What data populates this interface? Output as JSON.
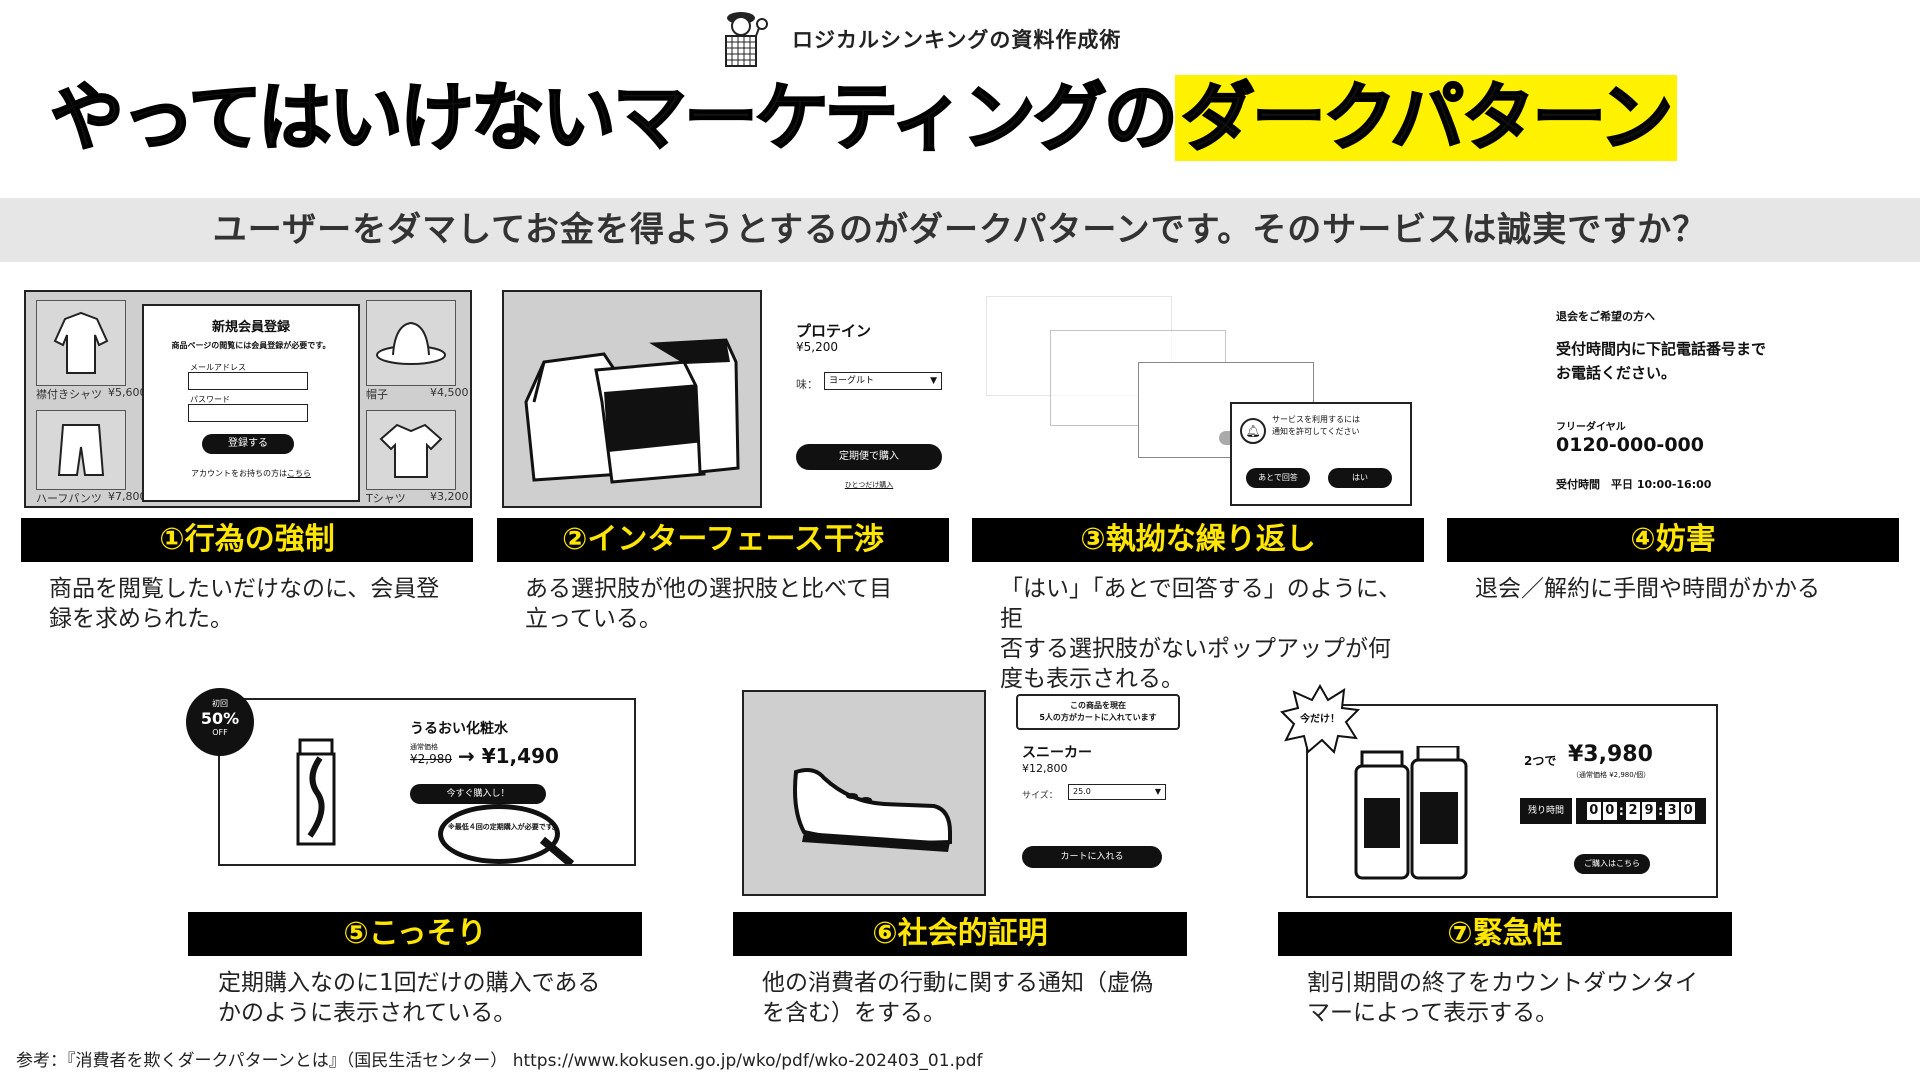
{
  "header": {
    "subtitle": "ロジカルシンキングの資料作成術",
    "title_main": "やってはいけないマーケティングの",
    "title_highlight": "ダークパターン",
    "lead": "ユーザーをダマしてお金を得ようとするのがダークパターンです。そのサービスは誠実ですか？"
  },
  "cards": [
    {
      "title": "①行為の強制",
      "desc_lines": [
        "商品を閲覧したいだけなのに、会員登",
        "録を求められた。"
      ],
      "illus": {
        "modal_title": "新規会員登録",
        "modal_note": "商品ページの閲覧には会員登録が必要です。",
        "email_label": "メールアドレス",
        "password_label": "パスワード",
        "register_btn": "登録する",
        "login_text": "アカウントをお持ちの方は",
        "login_link": "こちら",
        "item1": "襟付きシャツ",
        "price1": "¥5,600",
        "item2": "帽子",
        "price2": "¥4,500",
        "item3": "ハーフパンツ",
        "price3": "¥7,800",
        "item4": "Tシャツ",
        "price4": "¥3,200"
      }
    },
    {
      "title": "②インターフェース干渉",
      "desc_lines": [
        "ある選択肢が他の選択肢と比べて目",
        "立っている。"
      ],
      "illus": {
        "product": "プロテイン",
        "price": "¥5,200",
        "flavor_label": "味：",
        "flavor_value": "ヨーグルト",
        "subscribe_btn": "定期便で購入",
        "once_link": "ひとつだけ購入"
      }
    },
    {
      "title": "③執拗な繰り返し",
      "desc_lines": [
        "「はい」「あとで回答する」のように、拒",
        "否する選択肢がないポップアップが何",
        "度も表示される。"
      ],
      "illus": {
        "popup_text1": "サービスを利用するには",
        "popup_text2": "通知を許可してください",
        "later_btn": "あとで回答",
        "yes_btn": "はい"
      }
    },
    {
      "title": "④妨害",
      "desc_lines": [
        "退会／解約に手間や時間がかかる"
      ],
      "illus": {
        "line1": "退会をご希望の方へ",
        "line2": "受付時間内に下記電話番号まで",
        "line3": "お電話ください。",
        "dial_label": "フリーダイヤル",
        "phone": "0120-000-000",
        "hours": "受付時間　平日 10:00-16:00"
      }
    },
    {
      "title": "⑤こっそり",
      "desc_lines": [
        "定期購入なのに1回だけの購入である",
        "かのように表示されている。"
      ],
      "illus": {
        "badge_top": "初回",
        "badge_pct": "50%",
        "badge_off": "OFF",
        "product": "うるおい化粧水",
        "regular_label": "通常価格",
        "old_price": "¥2,980",
        "new_price": "→ ¥1,490",
        "buy_btn": "今すぐ購入し！",
        "fine_print": "※最低４回の定期購入が必要です。"
      }
    },
    {
      "title": "⑥社会的証明",
      "desc_lines": [
        "他の消費者の行動に関する通知（虚偽",
        "を含む）をする。"
      ],
      "illus": {
        "notice1": "この商品を現在",
        "notice2": "5人の方がカートに入れています",
        "product": "スニーカー",
        "price": "¥12,800",
        "size_label": "サイズ：",
        "size_value": "25.0",
        "cart_btn": "カートに入れる"
      }
    },
    {
      "title": "⑦緊急性",
      "desc_lines": [
        "割引期間の終了をカウントダウンタイ",
        "マーによって表示する。"
      ],
      "illus": {
        "burst": "今だけ！",
        "qty": "2つで",
        "price": "¥3,980",
        "regular": "（通常価格 ¥2,980/個）",
        "remain_label": "残り時間",
        "digits": [
          "0",
          "0",
          "2",
          "9",
          "3",
          "0"
        ],
        "buy_btn": "ご購入はこちら"
      }
    }
  ],
  "footnote": "参考：『消費者を欺くダークパターンとは』（国民生活センター） https://www.kokusen.go.jp/wko/pdf/wko-202403_01.pdf",
  "colors": {
    "highlight": "#fff200",
    "bar_text": "#ffe600",
    "bar_bg": "#000000",
    "band": "#e6e6e6"
  }
}
